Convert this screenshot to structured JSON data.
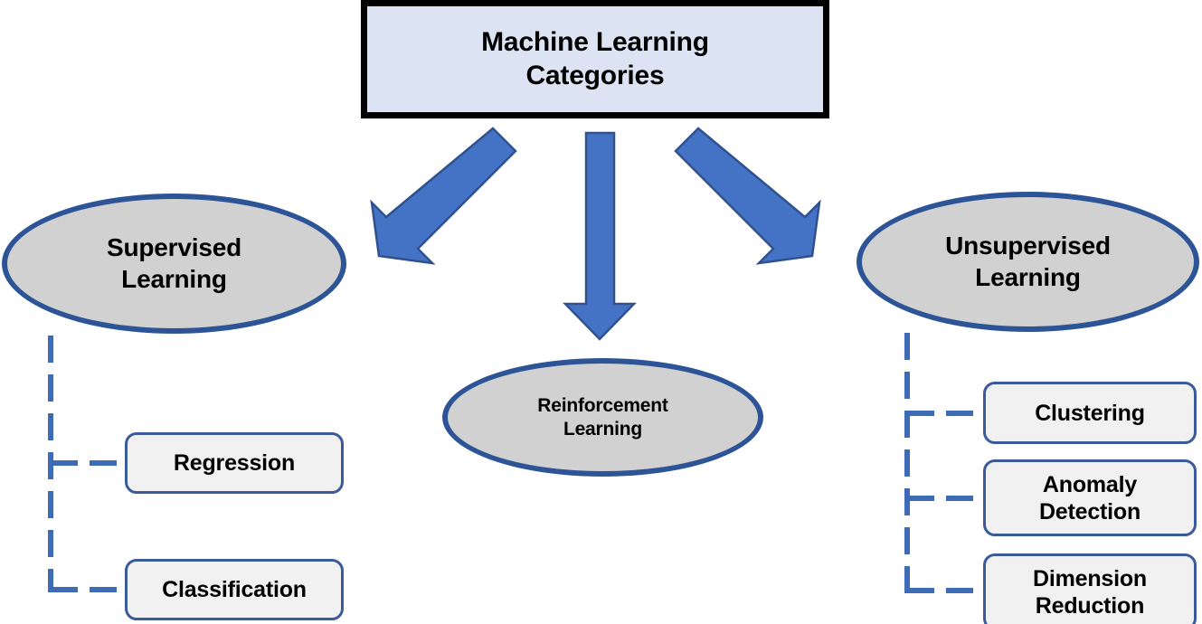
{
  "diagram": {
    "title": "Machine Learning Categories",
    "type": "hierarchy-tree",
    "background_color": "#FFFFFF",
    "root": {
      "label": "Machine Learning\nCategories",
      "label_line1": "Machine Learning",
      "label_line2": "Categories",
      "shape": "rectangle",
      "fill_color": "#DCE3F2",
      "border_color": "#000000"
    },
    "branches": [
      {
        "id": "supervised",
        "label_line1": "Supervised",
        "label_line2": "Learning",
        "shape": "ellipse",
        "fill_color": "#D1D1D1",
        "border_color": "#2D5496",
        "arrow": "diagonal-down-left",
        "children": [
          {
            "id": "regression",
            "label": "Regression"
          },
          {
            "id": "classification",
            "label": "Classification"
          }
        ]
      },
      {
        "id": "reinforcement",
        "label_line1": "Reinforcement",
        "label_line2": "Learning",
        "shape": "ellipse",
        "fill_color": "#D1D1D1",
        "border_color": "#2D5496",
        "arrow": "straight-down",
        "children": []
      },
      {
        "id": "unsupervised",
        "label_line1": "Unsupervised",
        "label_line2": "Learning",
        "shape": "ellipse",
        "fill_color": "#D1D1D1",
        "border_color": "#2D5496",
        "arrow": "diagonal-down-right",
        "children": [
          {
            "id": "clustering",
            "label": "Clustering"
          },
          {
            "id": "anomaly-detection",
            "label_line1": "Anomaly",
            "label_line2": "Detection"
          },
          {
            "id": "dimension-reduction",
            "label_line1": "Dimension",
            "label_line2": "Reduction"
          }
        ]
      }
    ],
    "style": {
      "arrow_fill": "#4472C4",
      "arrow_stroke": "#2F528F",
      "connector_color": "#3E6BB5",
      "connector_style": "dashed",
      "leaf_fill": "#F1F1F1",
      "leaf_border": "#3B5A99"
    }
  }
}
